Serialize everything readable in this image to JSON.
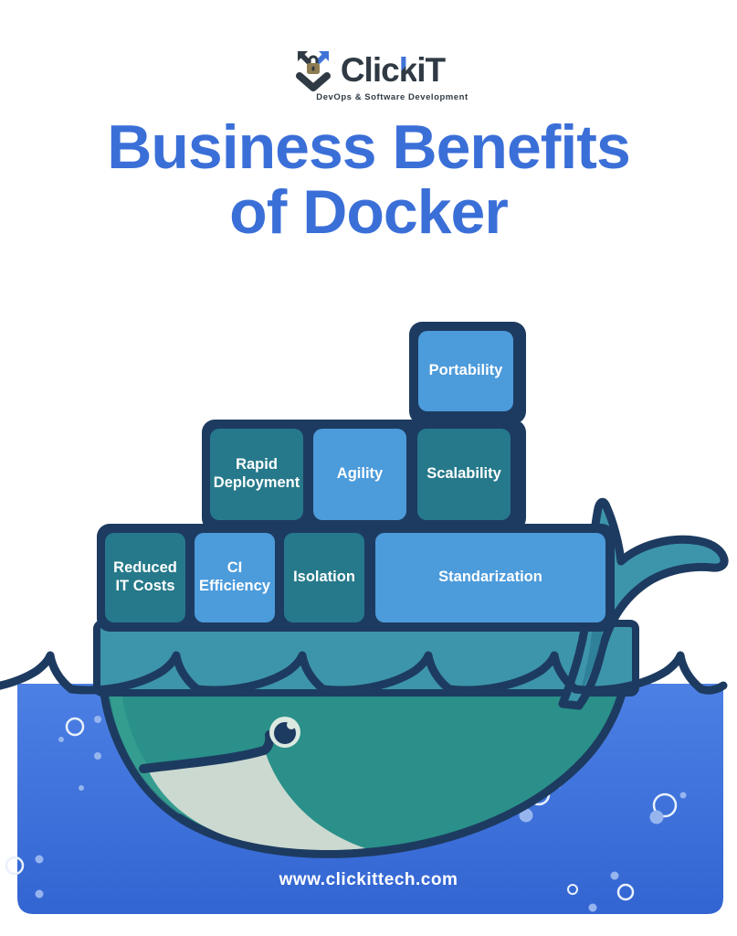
{
  "logo": {
    "brand_prefix": "Clic",
    "brand_accent_letter": "k",
    "brand_suffix": "iT",
    "tagline": "DevOps & Software Development"
  },
  "title": {
    "line1": "Business Benefits",
    "line2": "of Docker"
  },
  "containers": [
    {
      "id": "portability",
      "label": "Portability",
      "tone": "blue"
    },
    {
      "id": "rapid-deployment",
      "label": "Rapid Deployment",
      "tone": "teal"
    },
    {
      "id": "agility",
      "label": "Agility",
      "tone": "blue"
    },
    {
      "id": "scalability",
      "label": "Scalability",
      "tone": "teal"
    },
    {
      "id": "reduced-it-costs",
      "label": "Reduced IT Costs",
      "tone": "teal"
    },
    {
      "id": "ci-efficiency",
      "label": "CI Efficiency",
      "tone": "blue"
    },
    {
      "id": "isolation",
      "label": "Isolation",
      "tone": "teal"
    },
    {
      "id": "standarization",
      "label": "Standarization",
      "tone": "blue"
    }
  ],
  "footer": {
    "url": "www.clickittech.com"
  },
  "colors": {
    "title_blue": "#3B6FD8",
    "container_blue": "#4C9BDB",
    "container_teal": "#26798A",
    "outline_navy": "#1D3B60",
    "whale_body": "#2A9089",
    "whale_hull": "#3D95AB",
    "whale_belly": "#CBD9D0",
    "water_top": "#4C80E4",
    "water_bottom": "#3365D2",
    "logo_dark": "#2F3A44",
    "logo_blue": "#3E73D8"
  }
}
